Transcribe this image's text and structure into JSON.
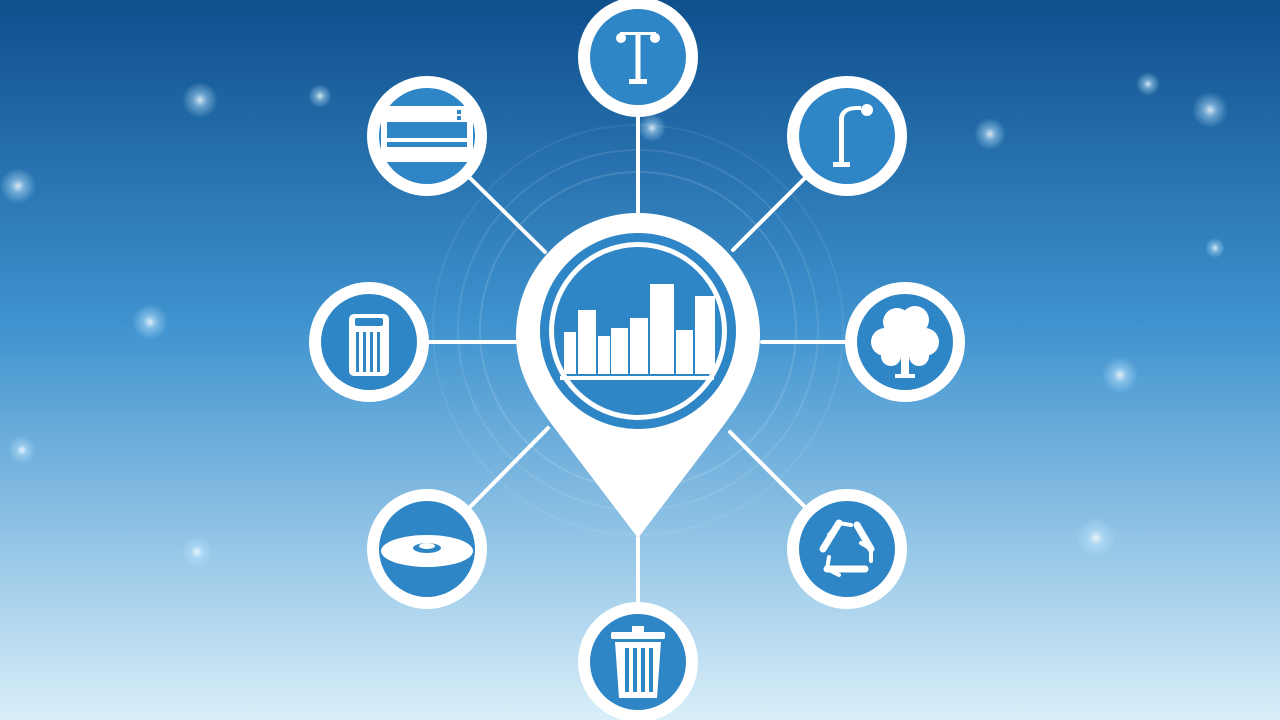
{
  "theme": {
    "background_top": "#0e4f8c",
    "background_mid": "#3f93cf",
    "background_bottom": "#d9eef9",
    "foreground": "#ffffff",
    "accent": "#2f86c6"
  },
  "hub": {
    "icon": "city-skyline-icon",
    "shape": "map-pin"
  },
  "nodes": [
    {
      "id": "top",
      "icon": "double-street-lamp-icon"
    },
    {
      "id": "top-right",
      "icon": "street-lamp-icon"
    },
    {
      "id": "right",
      "icon": "tree-icon"
    },
    {
      "id": "bottom-right",
      "icon": "recycling-icon"
    },
    {
      "id": "bottom",
      "icon": "trash-bin-icon"
    },
    {
      "id": "bottom-left",
      "icon": "manhole-cover-icon"
    },
    {
      "id": "left",
      "icon": "waste-container-icon"
    },
    {
      "id": "top-left",
      "icon": "billboard-sign-icon"
    }
  ]
}
